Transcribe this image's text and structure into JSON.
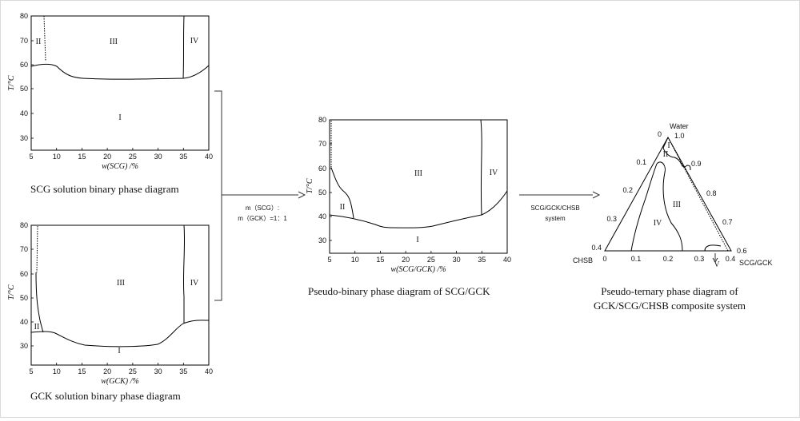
{
  "diagrams": {
    "scg_binary": {
      "x_ticks": [
        "5",
        "10",
        "15",
        "20",
        "25",
        "30",
        "35",
        "40"
      ],
      "y_ticks": [
        "30",
        "40",
        "50",
        "60",
        "70",
        "80"
      ],
      "x_label": "w(SCG) /%",
      "y_label": "T/°C",
      "regions": [
        "I",
        "II",
        "III",
        "IV"
      ],
      "caption": "SCG solution binary phase diagram"
    },
    "gck_binary": {
      "x_ticks": [
        "5",
        "10",
        "15",
        "20",
        "25",
        "30",
        "35",
        "40"
      ],
      "y_ticks": [
        "30",
        "40",
        "50",
        "60",
        "70",
        "80"
      ],
      "x_label": "w(GCK) /%",
      "y_label": "T/°C",
      "regions": [
        "I",
        "II",
        "III",
        "IV"
      ],
      "caption": "GCK solution binary phase diagram"
    },
    "pseudo_binary": {
      "x_ticks": [
        "5",
        "10",
        "15",
        "20",
        "25",
        "30",
        "35",
        "40"
      ],
      "y_ticks": [
        "30",
        "40",
        "50",
        "60",
        "70",
        "80"
      ],
      "x_label": "w(SCG/GCK) /%",
      "y_label": "T/°C",
      "regions": [
        "I",
        "II",
        "III",
        "IV"
      ],
      "caption": "Pseudo-binary phase diagram of SCG/GCK"
    },
    "pseudo_ternary": {
      "corners": {
        "top": "Water",
        "left": "CHSB",
        "right": "SCG/GCK"
      },
      "left_edge_ticks": [
        "0",
        "0.1",
        "0.2",
        "0.3",
        "0.4"
      ],
      "right_edge_ticks": [
        "1.0",
        "0.9",
        "0.8",
        "0.7",
        "0.6"
      ],
      "bottom_ticks": [
        "0",
        "0.1",
        "0.2",
        "0.3",
        "0.4"
      ],
      "regions": [
        "I",
        "II",
        "III",
        "IV",
        "V"
      ],
      "caption_line1": "Pseudo-ternary phase diagram of",
      "caption_line2": "GCK/SCG/CHSB composite system"
    }
  },
  "arrows": {
    "mix_ratio_line1": "m（SCG）:",
    "mix_ratio_line2": "m（GCK）=1：1",
    "system_line1": "SCG/GCK/CHSB",
    "system_line2": "system"
  }
}
